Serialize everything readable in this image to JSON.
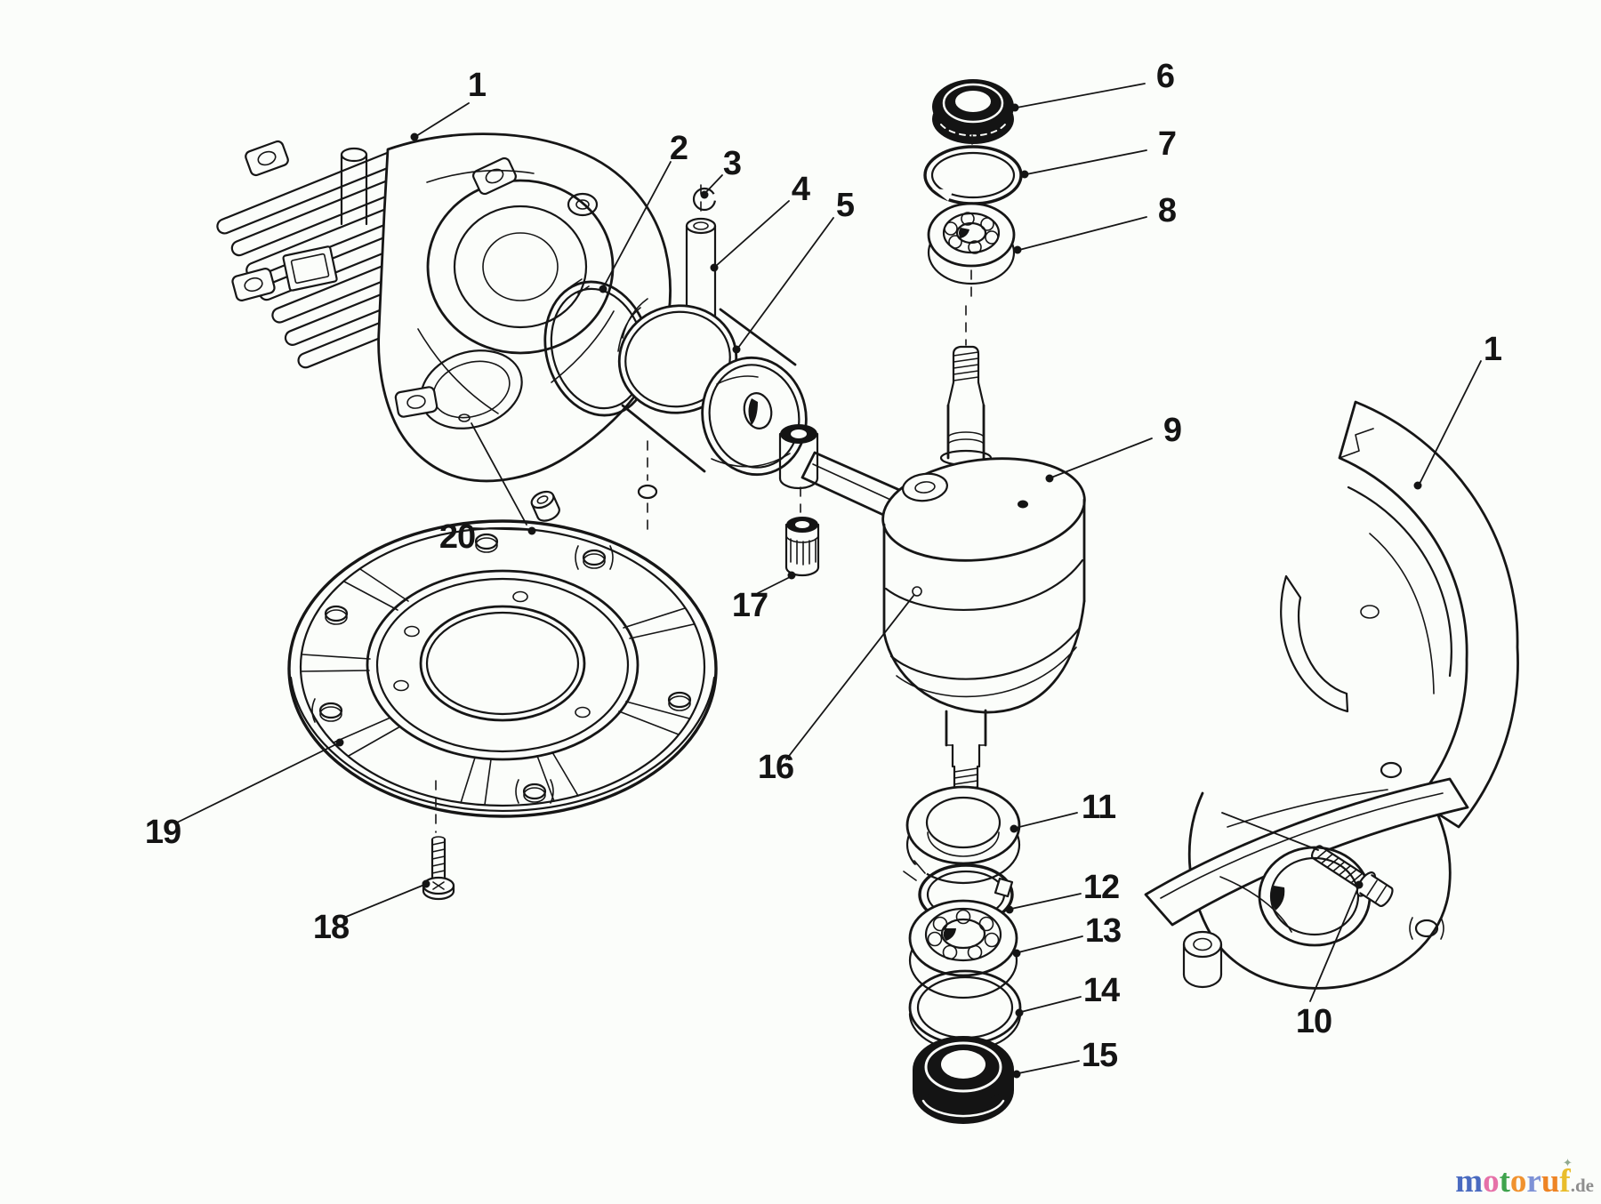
{
  "diagram": {
    "background_color": "#fbfdfa",
    "line_color": "#161616"
  },
  "callouts": {
    "c1_left": "1",
    "c2": "2",
    "c3": "3",
    "c4": "4",
    "c5": "5",
    "c6": "6",
    "c7": "7",
    "c8": "8",
    "c9": "9",
    "c1_right": "1",
    "c10": "10",
    "c11": "11",
    "c12": "12",
    "c13": "13",
    "c14": "14",
    "c15": "15",
    "c16": "16",
    "c17": "17",
    "c18": "18",
    "c19": "19",
    "c20": "20"
  },
  "watermark": {
    "brand": "motoruf",
    "suffix": ".de",
    "suffix_color": "#8e8e8e",
    "sparkle": "✦",
    "sparkle_color": "#8fa98f",
    "letters": [
      {
        "ch": "m",
        "color": "#4a6bc0"
      },
      {
        "ch": "o",
        "color": "#e671a8"
      },
      {
        "ch": "t",
        "color": "#3fa34d"
      },
      {
        "ch": "o",
        "color": "#f0922e"
      },
      {
        "ch": "r",
        "color": "#7e92d6"
      },
      {
        "ch": "u",
        "color": "#ee8424"
      },
      {
        "ch": "f",
        "color": "#e9bd2b"
      }
    ]
  }
}
